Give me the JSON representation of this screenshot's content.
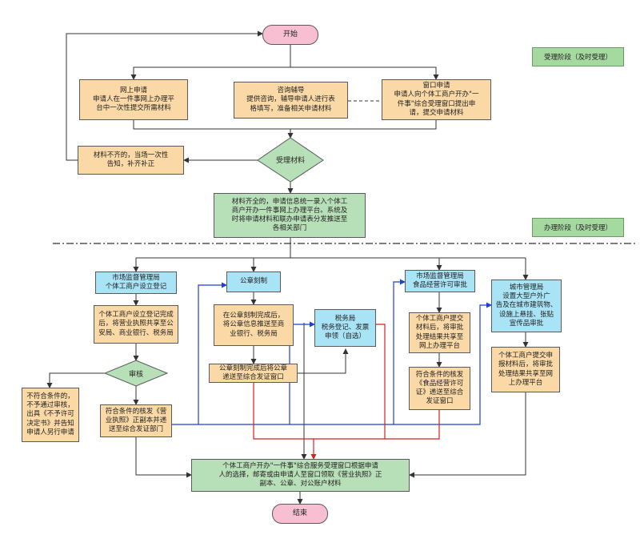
{
  "stages": {
    "accept": "受理阶段（及时受理）",
    "handle": "办理阶段（及时受理）"
  },
  "nodes": {
    "start": "开始",
    "online": "网上申请\n申请人在一件事网上办理平\n台中一次性提交所需材料",
    "consult": "咨询辅导\n提供咨询，辅导申请人进行表\n格填写，准备相关申请材料",
    "window": "窗口申请\n申请人向个体工商户开办\"一\n件事\"综合受理窗口提出申\n请，提交申请材料",
    "incomplete": "材料不齐的，当场一次性\n告知，补齐补正",
    "accept_decision": "受理材料",
    "complete": "材料齐全的，申请信息统一录入个体工\n商户开办一件事网上办理平台。系统及\n时将申请材料和联办申请表分发推送至\n各相关部门",
    "market_reg": "市场监督管理局\n个体工商户设立登记",
    "reg_done": "个体工商户设立登记完成\n后，将营业执照共享至公\n安局、商业银行、税务局",
    "review": "审核",
    "reject": "不符合条件的，\n不予通过审核，\n出具《不予许可\n决定书》并告知\n申请人另行申请",
    "license_issue": "符合条件的核发《营\n业执照》正副本并递\n送至综合发证部门",
    "seal": "公章刻制",
    "seal_info": "在公章刻制完成后，\n将公章信息推送至商\n业银行、税务局",
    "seal_deliver": "公章刻制完成后将公章\n递送至综合发证窗口",
    "tax": "税务局\n税务登记、发票\n申领（自选）",
    "food_permit": "市场监督管理局\n食品经营许可审批",
    "food_share": "个体工商户提交\n材料后，将审批\n处理结果共享至\n网上办理平台",
    "food_issue": "符合条件的核发\n《食品经营许可\n证》递送至综合\n发证窗口",
    "city": "城市管理局\n设置大型户外广\n告及在城市建筑物、\n设施上悬挂、张贴\n宣传品审批",
    "city_share": "个体工商户提交申\n报材料后，将审批\n处理结果共享至网\n上办理平台",
    "final": "个体工商户开办\"一件事\"综合服务受理窗口根据申请\n人的选择，邮寄或由申请人至窗口领取《营业执照》正\n副本、公章、对公账户材料",
    "end": "结束"
  },
  "colors": {
    "orange": "#fbd9a6",
    "blue_fill": "#a9e3f6",
    "green_fill": "#b8e0b8",
    "pink": "#f8bfd2",
    "stage_green": "#a5d9a0",
    "blue_line": "#1f3fd6",
    "red_line": "#d42020",
    "black_line": "#333333"
  }
}
